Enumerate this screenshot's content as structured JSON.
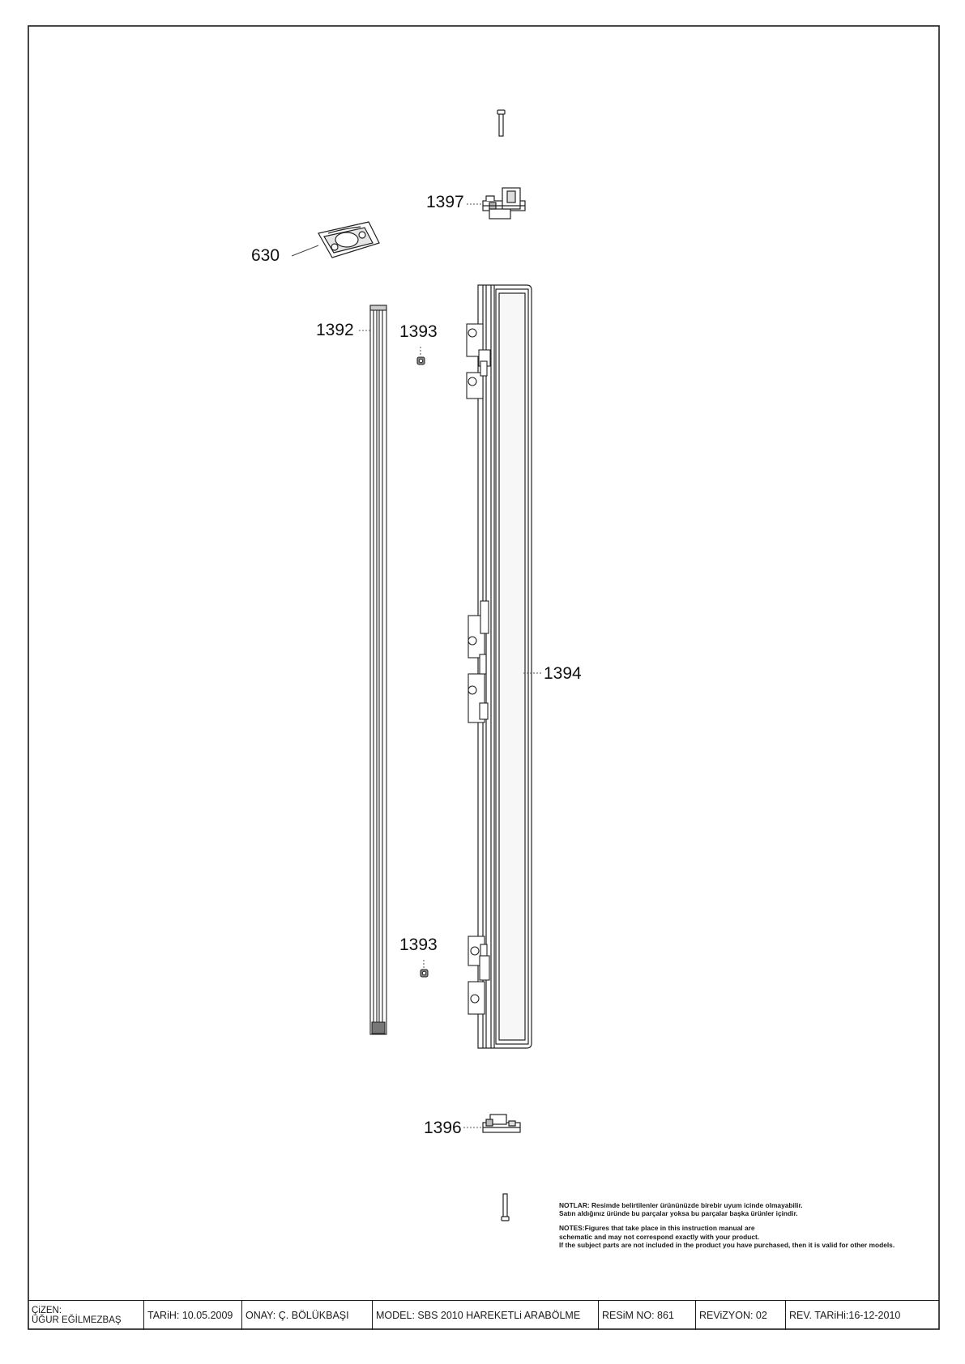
{
  "parts": [
    {
      "id": "p630",
      "label": "630"
    },
    {
      "id": "p1397",
      "label": "1397"
    },
    {
      "id": "p1392",
      "label": "1392"
    },
    {
      "id": "p1393a",
      "label": "1393"
    },
    {
      "id": "p1394",
      "label": "1394"
    },
    {
      "id": "p1393b",
      "label": "1393"
    },
    {
      "id": "p1396",
      "label": "1396"
    }
  ],
  "notes": {
    "tr_line1": "NOTLAR: Resimde belirtilenler ürününüzde birebir  uyum icinde olmayabilir.",
    "tr_line2": "Satın aldığınız üründe bu parçalar yoksa bu parçalar başka ürünler içindir.",
    "en_line1": "NOTES:Figures that take place in this instruction manual are",
    "en_line2": "schematic  and may not correspond exactly with your product.",
    "en_line3": "If the subject parts are not included in the product you have purchased, then it is valid for other models."
  },
  "title_block": {
    "drawn_by_label": "ÇiZEN:",
    "drawn_by": "ÜĞUR EĞİLMEZBAŞ",
    "date": "TARiH: 10.05.2009",
    "approved": "ONAY:   Ç. BÖLÜKBAŞI",
    "model": "MODEL: SBS 2010 HAREKETLi ARABÖLME",
    "drawing_no": "RESiM NO: 861",
    "revision": "REViZYON: 02",
    "revision_date": "REV. TARiHi:16-12-2010"
  }
}
